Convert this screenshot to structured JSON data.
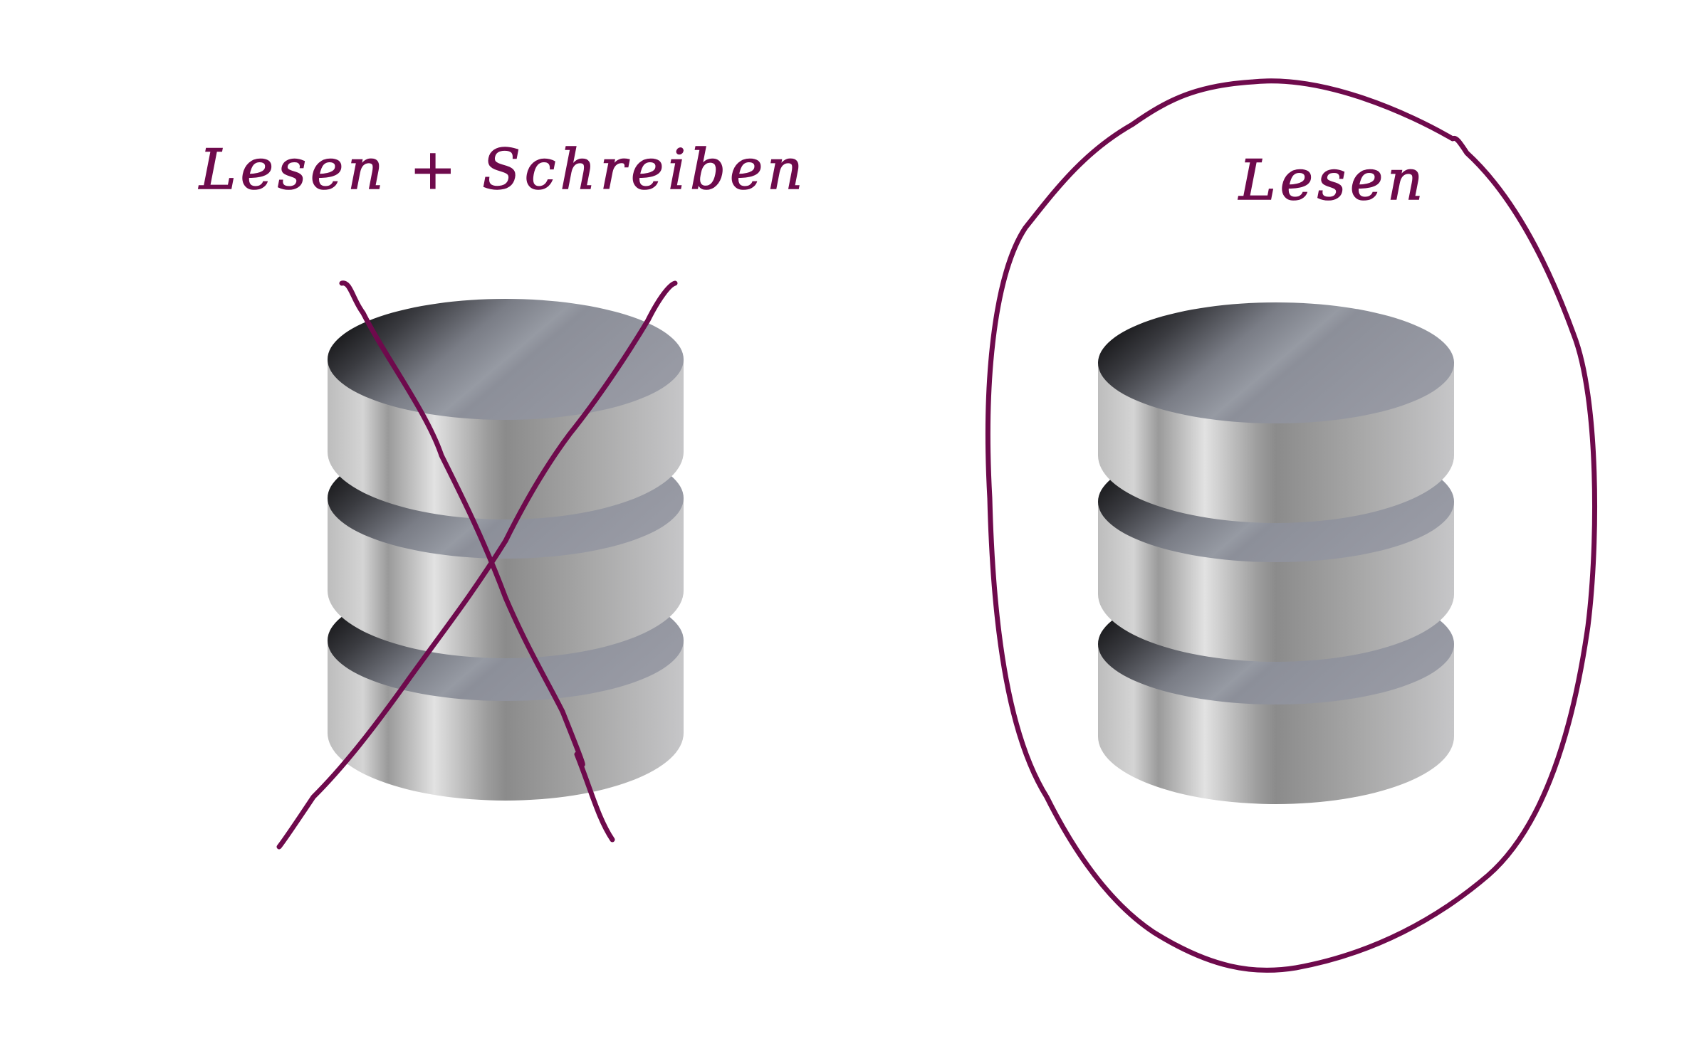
{
  "labels": {
    "left": "Lesen + Schreiben",
    "right": "Lesen"
  },
  "databases": [
    {
      "id": "left",
      "disks": 3,
      "crossed_out": true
    },
    {
      "id": "right",
      "disks": 3,
      "circled": true
    }
  ],
  "colors": {
    "ink": "#6e0a4c",
    "disk_side_light": "#dcdcdc",
    "disk_side_mid": "#8f8f8f",
    "disk_top_dark": "#1e1e22",
    "disk_top_light": "#9497a1"
  },
  "icons": {
    "database": "database-icon",
    "cross": "cross-out-mark",
    "circle": "circle-mark"
  }
}
